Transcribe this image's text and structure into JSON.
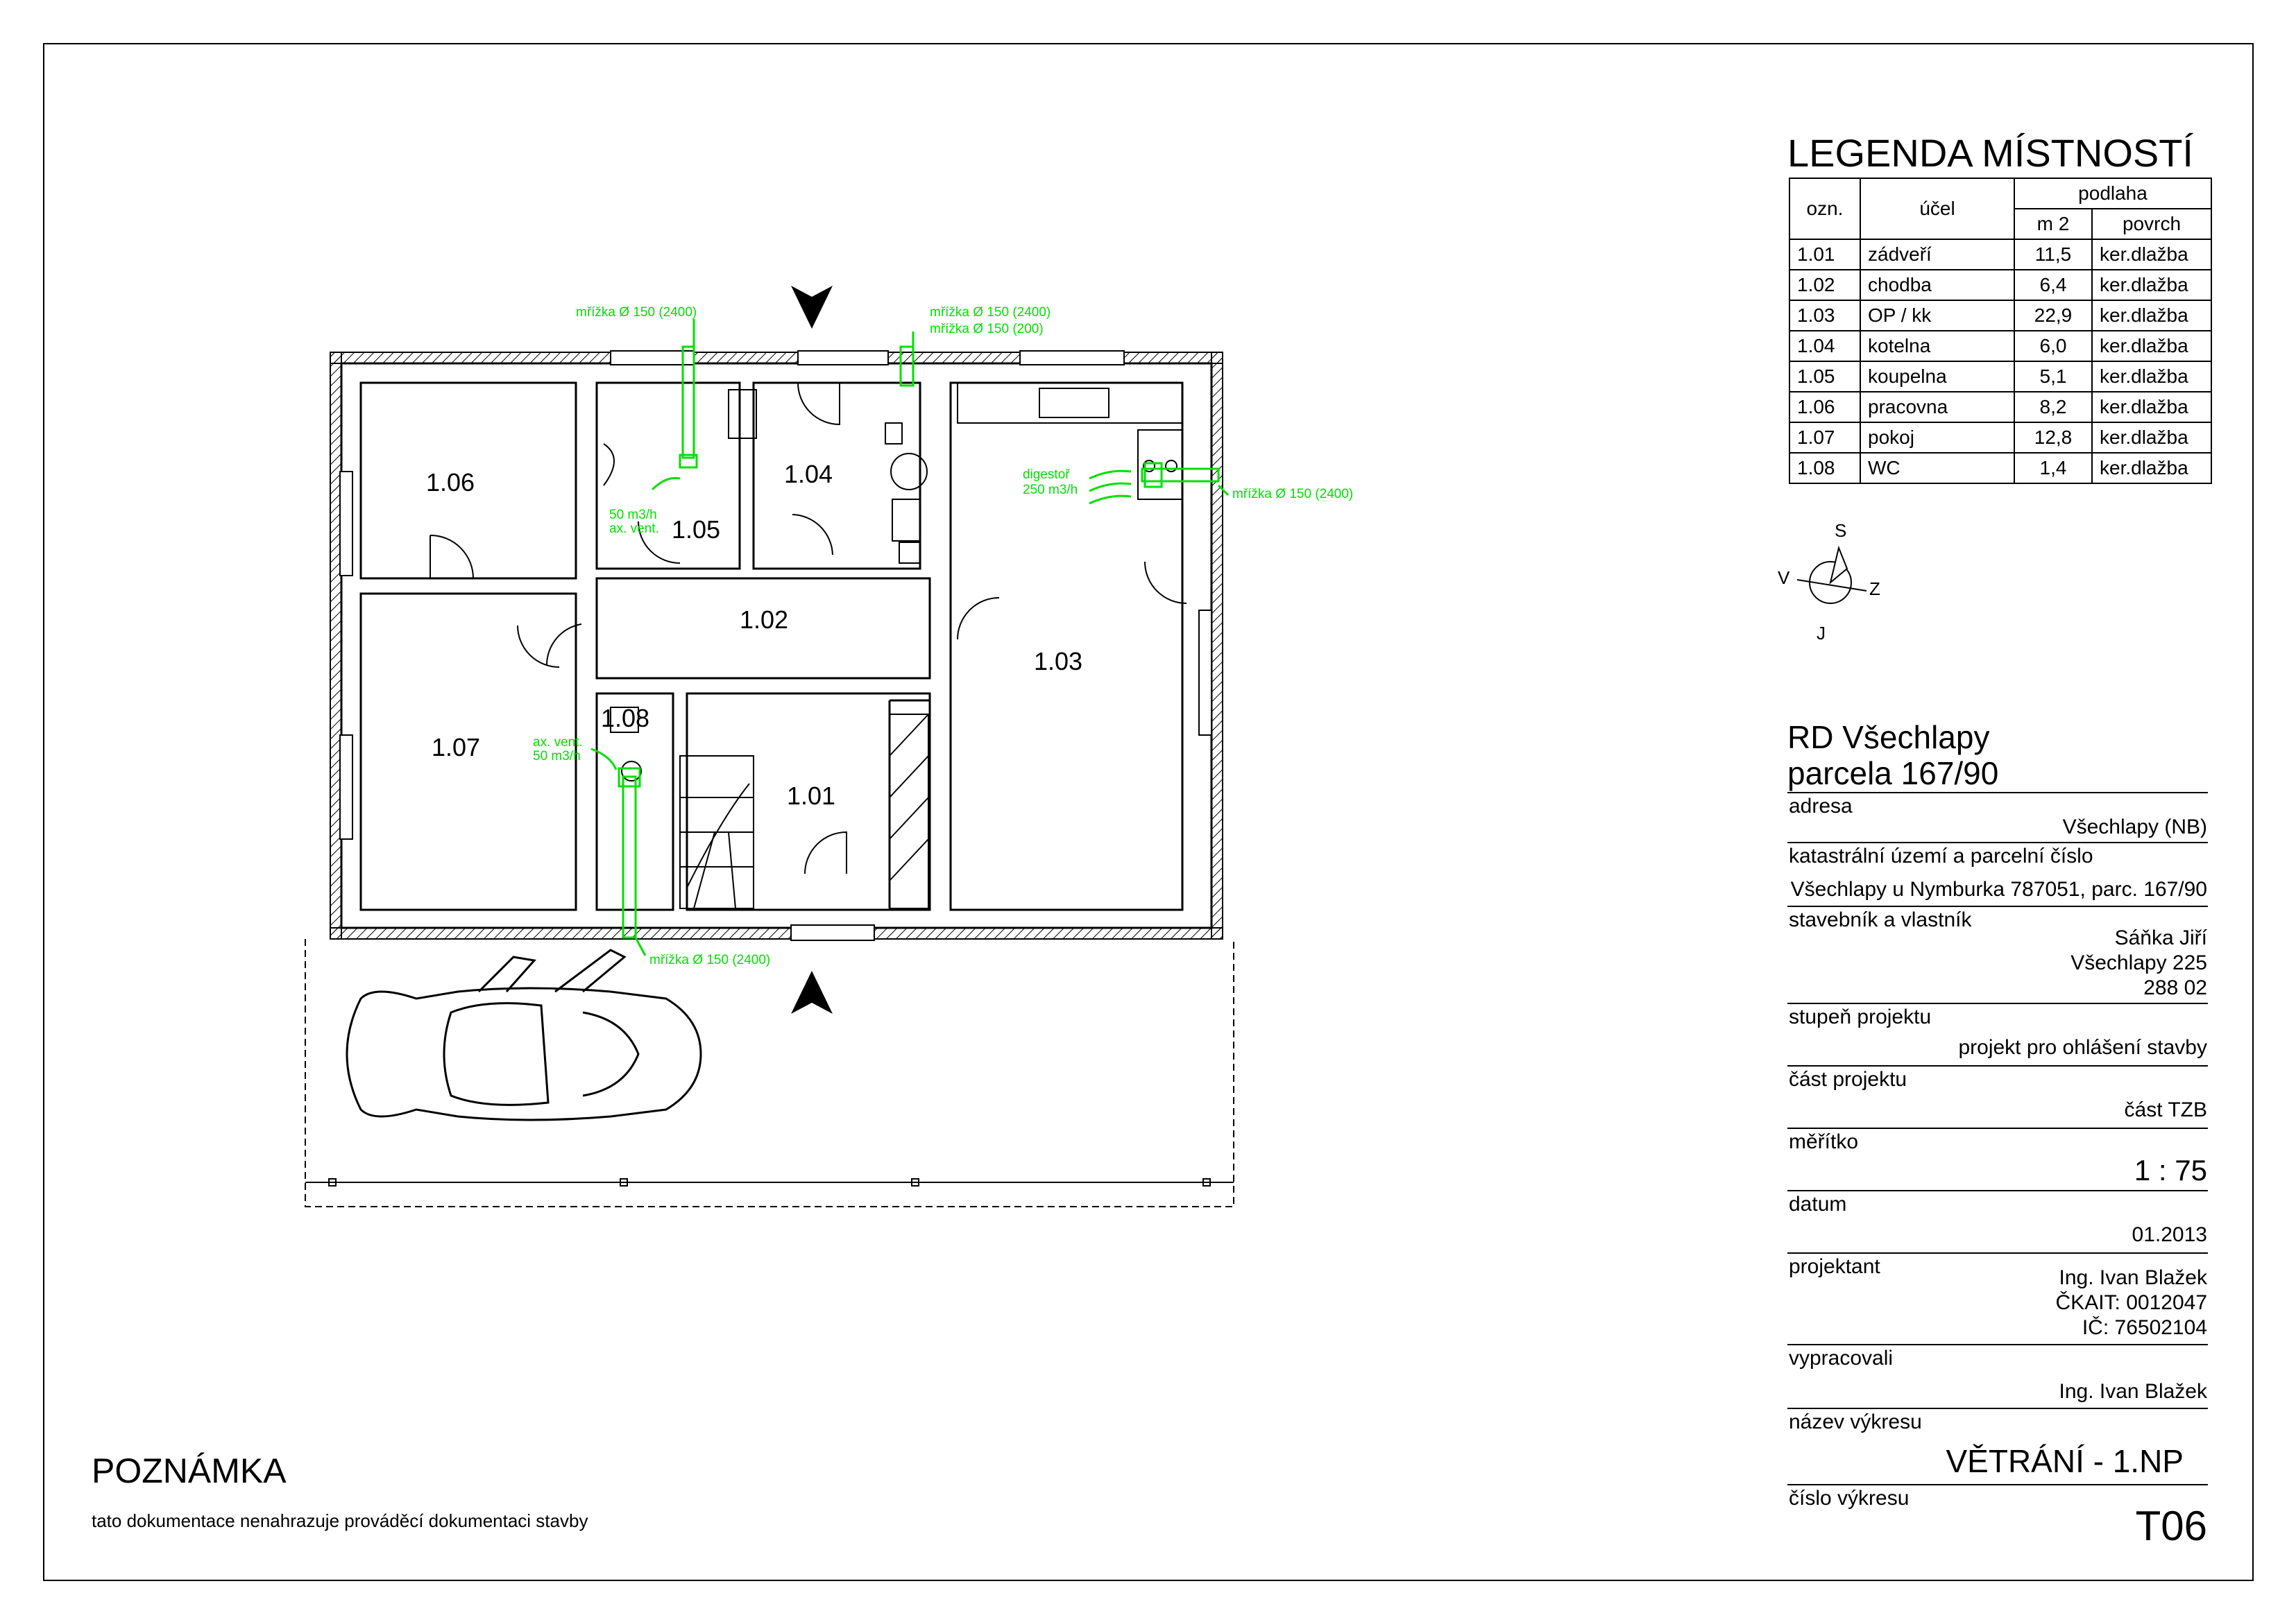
{
  "legend": {
    "title": "LEGENDA MÍSTNOSTÍ",
    "headers": {
      "ozn": "ozn.",
      "ucel": "účel",
      "podlaha": "podlaha",
      "m2": "m 2",
      "povrch": "povrch"
    },
    "rows": [
      {
        "ozn": "1.01",
        "ucel": "zádveří",
        "m2": "11,5",
        "povrch": "ker.dlažba"
      },
      {
        "ozn": "1.02",
        "ucel": "chodba",
        "m2": "6,4",
        "povrch": "ker.dlažba"
      },
      {
        "ozn": "1.03",
        "ucel": "OP / kk",
        "m2": "22,9",
        "povrch": "ker.dlažba"
      },
      {
        "ozn": "1.04",
        "ucel": "kotelna",
        "m2": "6,0",
        "povrch": "ker.dlažba"
      },
      {
        "ozn": "1.05",
        "ucel": "koupelna",
        "m2": "5,1",
        "povrch": "ker.dlažba"
      },
      {
        "ozn": "1.06",
        "ucel": "pracovna",
        "m2": "8,2",
        "povrch": "ker.dlažba"
      },
      {
        "ozn": "1.07",
        "ucel": "pokoj",
        "m2": "12,8",
        "povrch": "ker.dlažba"
      },
      {
        "ozn": "1.08",
        "ucel": "WC",
        "m2": "1,4",
        "povrch": "ker.dlažba"
      }
    ]
  },
  "compass": {
    "north": "S",
    "south": "J",
    "east": "V",
    "west": "Z"
  },
  "title_block": {
    "project_line1": "RD Všechlapy",
    "project_line2": "parcela 167/90",
    "adresa_label": "adresa",
    "adresa_value": "Všechlapy (NB)",
    "katastr_label": "katastrální území a parcelní číslo",
    "katastr_value": "Všechlapy u Nymburka 787051, parc. 167/90",
    "stavebnik_label": "stavebník a vlastník",
    "stavebnik_line1": "Sáňka Jiří",
    "stavebnik_line2": "Všechlapy 225",
    "stavebnik_line3": "288 02",
    "stupen_label": "stupeň projektu",
    "stupen_value": "projekt pro ohlášení stavby",
    "cast_label": "část projektu",
    "cast_value": "část TZB",
    "meritko_label": "měřítko",
    "meritko_value": "1 : 75",
    "datum_label": "datum",
    "datum_value": "01.2013",
    "projektant_label": "projektant",
    "projektant_line1": "Ing. Ivan Blažek",
    "projektant_line2": "ČKAIT: 0012047",
    "projektant_line3": "IČ: 76502104",
    "vypracovali_label": "vypracovali",
    "vypracovali_value": "Ing. Ivan Blažek",
    "nazev_label": "název výkresu",
    "nazev_value": "VĚTRÁNÍ - 1.NP",
    "cislo_label": "číslo výkresu",
    "cislo_value": "T06"
  },
  "note": {
    "title": "POZNÁMKA",
    "text": "tato dokumentace nenahrazuje prováděcí dokumentaci stavby"
  },
  "plan": {
    "rooms": [
      {
        "id": "1.01"
      },
      {
        "id": "1.02"
      },
      {
        "id": "1.03"
      },
      {
        "id": "1.04"
      },
      {
        "id": "1.05"
      },
      {
        "id": "1.06"
      },
      {
        "id": "1.07"
      },
      {
        "id": "1.08"
      }
    ],
    "annotations": {
      "grille_top_left": "mřížka Ø 150 (2400)",
      "grille_top_right_1": "mřížka Ø 150 (2400)",
      "grille_top_right_2": "mřížka Ø 150 (200)",
      "grille_kitchen": "mřížka Ø 150 (2400)",
      "grille_bottom": "mřížka Ø 150 (2400)",
      "hood_line1": "digestoř",
      "hood_line2": "250 m3/h",
      "bath_line1": "50 m3/h",
      "bath_line2": "ax. vent.",
      "wc_line1": "ax. vent.",
      "wc_line2": "50 m3/h"
    },
    "line_color": "#00e000"
  }
}
